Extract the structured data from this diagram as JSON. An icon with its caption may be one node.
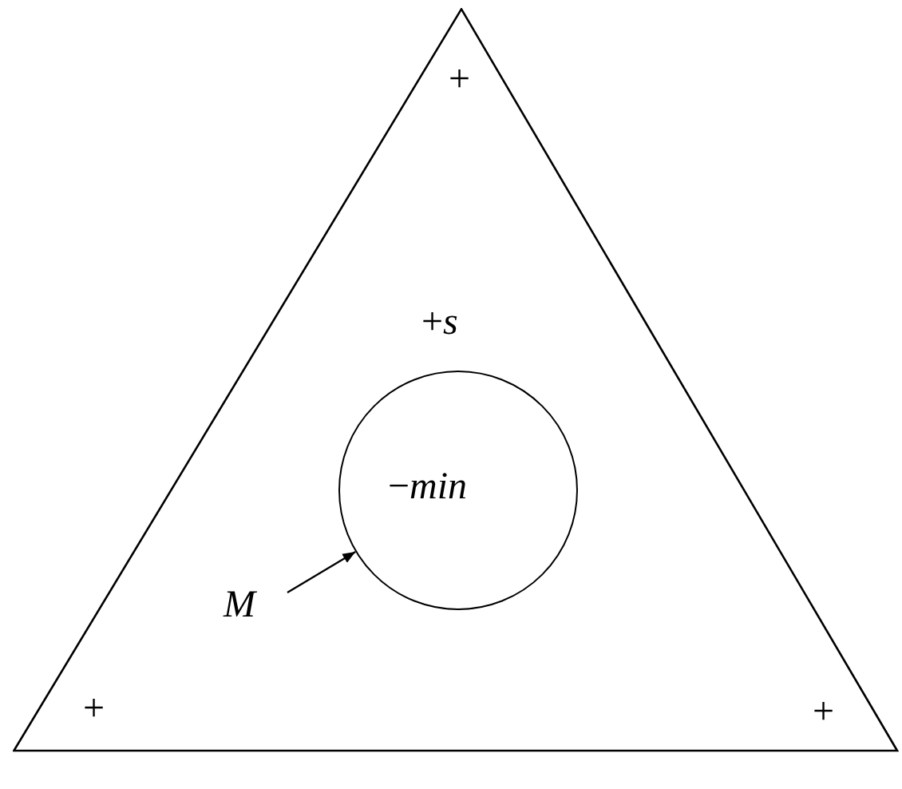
{
  "diagram": {
    "nodes": [
      {
        "text": [
          "+",
          "+*s*",
          "+",
          "+"
        ]
      },
      {
        "text": [
          "−*min*"
        ],
        "in": 0
      },
      {
        "text": [
          "*M*"
        ],
        "in": 0
      }
    ],
    "edges": [
      {
        "from": 2,
        "to": 1,
        "arrow": "to"
      }
    ]
  }
}
